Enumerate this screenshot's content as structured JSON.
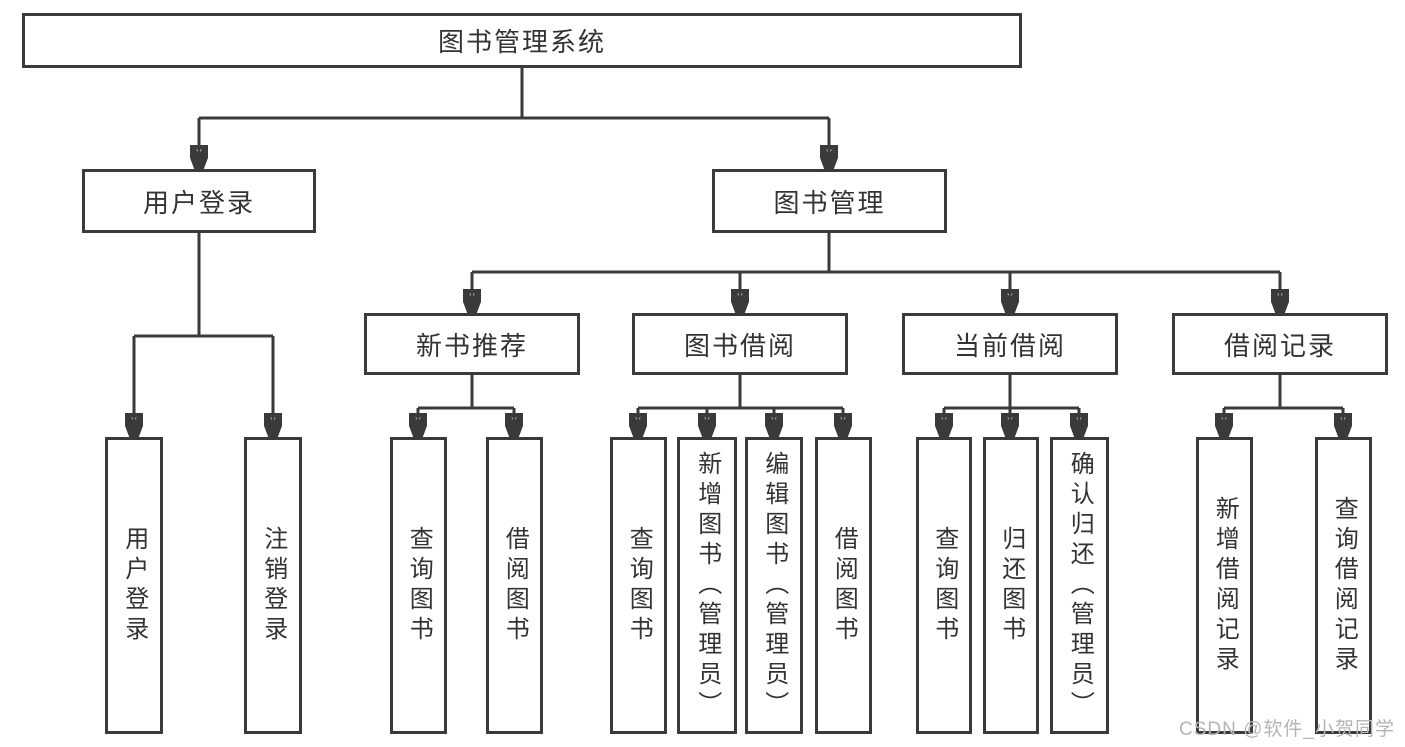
{
  "colors": {
    "line": "#3a3a3a",
    "text": "#333333",
    "watermark": "#b5b5b5",
    "bg": "#ffffff"
  },
  "tree": {
    "label": "图书管理系统",
    "children": [
      {
        "label": "用户登录",
        "children": [
          {
            "label": "用户登录"
          },
          {
            "label": "注销登录"
          }
        ]
      },
      {
        "label": "图书管理",
        "children": [
          {
            "label": "新书推荐",
            "children": [
              {
                "label": "查询图书"
              },
              {
                "label": "借阅图书"
              }
            ]
          },
          {
            "label": "图书借阅",
            "children": [
              {
                "label": "查询图书"
              },
              {
                "label": "新增图书（管理员）"
              },
              {
                "label": "编辑图书（管理员）"
              },
              {
                "label": "借阅图书"
              }
            ]
          },
          {
            "label": "当前借阅",
            "children": [
              {
                "label": "查询图书"
              },
              {
                "label": "归还图书"
              },
              {
                "label": "确认归还（管理员）"
              }
            ]
          },
          {
            "label": "借阅记录",
            "children": [
              {
                "label": "新增借阅记录"
              },
              {
                "label": "查询借阅记录"
              }
            ]
          }
        ]
      }
    ]
  },
  "watermark": {
    "text": "CSDN @软件_小贺同学"
  }
}
